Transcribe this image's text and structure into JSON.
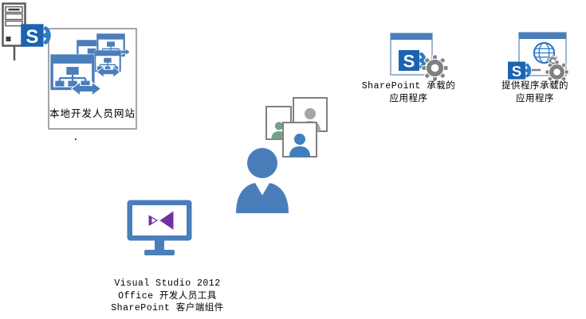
{
  "colors": {
    "blue": "#4A7EBB",
    "sp_blue": "#1C63B0",
    "sp_glyph": "#2E7CC6",
    "win_border": "#9FB6D4",
    "gear_gray": "#808080",
    "green_person": "#72A287",
    "gray_person": "#A6A6A6",
    "blue_person": "#3F7FBE",
    "vs_purple": "#7030A0",
    "box_border": "#A6A6A6",
    "outline_gray": "#595959",
    "text": "#000000"
  },
  "sp_logo_letter": "S",
  "local_dev": {
    "label": "本地开发人员网站"
  },
  "dot": ".",
  "vs_tools": {
    "line1": "Visual Studio 2012",
    "line2": "Office 开发人员工具",
    "line3": "SharePoint 客户端组件"
  },
  "sharepoint_hosted_app": {
    "line1": "SharePoint 承载的",
    "line2": "应用程序"
  },
  "provider_hosted_app": {
    "line1": "提供程序承载的",
    "line2": "应用程序"
  }
}
